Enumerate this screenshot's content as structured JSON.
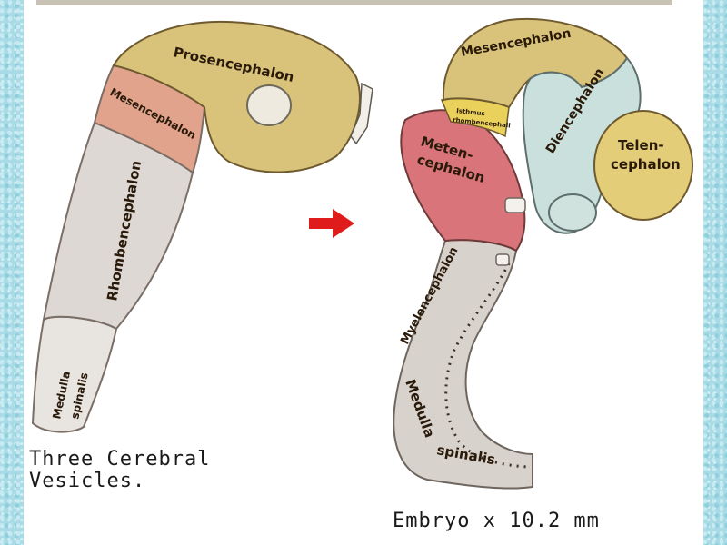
{
  "labels": {
    "left": {
      "prosencephalon": "Prosencephalon",
      "mesencephalon": "Mesencephalon",
      "rhombencephalon": "Rhombencephalon",
      "medulla_1": "Medulla",
      "medulla_2": "spinalis"
    },
    "right": {
      "mesencephalon": "Mesencephalon",
      "diencephalon": "Diencephalon",
      "telen_1": "Telen-",
      "telen_2": "cephalon",
      "meten_1": "Meten-",
      "meten_2": "cephalon",
      "isthmus_1": "Isthmus",
      "isthmus_2": "rhombencephali",
      "myelencephalon": "Myelencephalon",
      "medulla_1": "Medulla",
      "medulla_2": "spinalis"
    }
  },
  "captions": {
    "left": "Three Cerebral\nVesicles.",
    "right": "Embryo x 10.2 mm"
  },
  "colors": {
    "prosencephalon": "#d9c27a",
    "mesencephalon_left": "#e2a38c",
    "rhombencephalon": "#ddd8d4",
    "mesencephalon_right": "#d9c27a",
    "diencephalon": "#c9e0dc",
    "telencephalon": "#e3cd78",
    "metencephalon": "#d9757a",
    "myelencephalon": "#d8d2cc",
    "arrow": "#e01b1b",
    "background": "#a9dbe6"
  }
}
